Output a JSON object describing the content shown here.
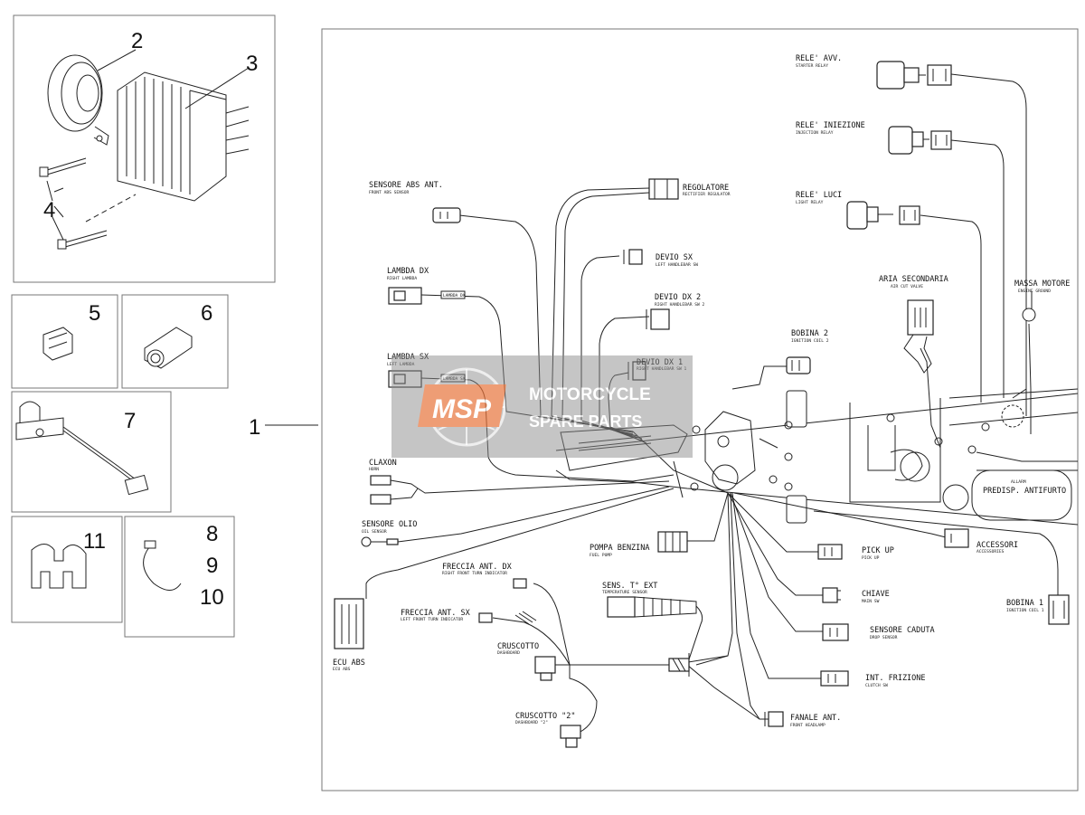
{
  "callouts": {
    "n1": "1",
    "n2": "2",
    "n3": "3",
    "n4": "4",
    "n5": "5",
    "n6": "6",
    "n7": "7",
    "n8": "8",
    "n9": "9",
    "n10": "10",
    "n11": "11"
  },
  "labels": {
    "rele_avv": "RELE' AVV.",
    "rele_avv_en": "STARTER RELAY",
    "rele_iniezione": "RELE' INIEZIONE",
    "rele_iniezione_en": "INJECTION RELAY",
    "rele_luci": "RELE' LUCI",
    "rele_luci_en": "LIGHT RELAY",
    "regolatore": "REGOLATORE",
    "regolatore_en": "RECTIFIER REGULATOR",
    "sensore_abs": "SENSORE ABS ANT.",
    "sensore_abs_en": "FRONT ABS SENSOR",
    "devio_sx": "DEVIO SX",
    "devio_sx_en": "LEFT HANDLEBAR SW",
    "devio_dx2": "DEVIO DX 2",
    "devio_dx2_en": "RIGHT HANDLEBAR SW 2",
    "devio_dx1": "DEVIO DX 1",
    "devio_dx1_en": "RIGHT HANDLEBAR SW 1",
    "lambda_dx": "LAMBDA DX",
    "lambda_dx_en": "RIGHT LAMBDA",
    "lambda_sx": "LAMBDA SX",
    "lambda_sx_en": "LEFT LAMBDA",
    "lambda_tag_dx": "LAMBDA DX",
    "lambda_tag_sx": "LAMBDA SX",
    "aria_secondaria": "ARIA SECONDARIA",
    "aria_secondaria_en": "AIR CUT VALVE",
    "massa_motore": "MASSA MOTORE",
    "massa_motore_en": "ENGINE GROUND",
    "bobina2": "BOBINA 2",
    "bobina2_en": "IGNITION COIL 2",
    "claxon": "CLAXON",
    "claxon_en": "HORN",
    "sensore_olio": "SENSORE OLIO",
    "sensore_olio_en": "OIL SENSOR",
    "pompa_benzina": "POMPA BENZINA",
    "pompa_benzina_en": "FUEL PUMP",
    "pick_up": "PICK UP",
    "pick_up_en": "PICK UP",
    "accessori": "ACCESSORI",
    "accessori_en": "ACCESSORIES",
    "bobina1": "BOBINA 1",
    "bobina1_en": "IGNITION COIL 1",
    "chiave": "CHIAVE",
    "chiave_en": "MAIN SW",
    "sensore_caduta": "SENSORE CADUTA",
    "sensore_caduta_en": "DROP SENSOR",
    "int_frizione": "INT. FRIZIONE",
    "int_frizione_en": "CLUTCH SW",
    "fanale_ant": "FANALE ANT.",
    "fanale_ant_en": "FRONT HEADLAMP",
    "freccia_dx": "FRECCIA ANT. DX",
    "freccia_dx_en": "RIGHT FRONT TURN INDICATOR",
    "freccia_sx": "FRECCIA ANT. SX",
    "freccia_sx_en": "LEFT FRONT TURN INDICATOR",
    "sens_temp": "SENS. T° EXT",
    "sens_temp_en": "TEMPERATURE SENSOR",
    "cruscotto": "CRUSCOTTO",
    "cruscotto_en": "DASHBOARD",
    "cruscotto2": "CRUSCOTTO \"2\"",
    "cruscotto2_en": "DASHBOARD \"2\"",
    "ecu_abs": "ECU ABS",
    "ecu_abs_en": "ECU ABS",
    "allarm": "ALLARM",
    "predisp": "PREDISP. ANTIFURTO"
  },
  "watermark": {
    "logo": "MSP",
    "line1": "MOTORCYCLE",
    "line2": "SPARE PARTS"
  },
  "colors": {
    "line": "#222222",
    "frame": "#777777",
    "watermark_orange": "#e8743b",
    "watermark_grey": "#8a8a8a"
  }
}
